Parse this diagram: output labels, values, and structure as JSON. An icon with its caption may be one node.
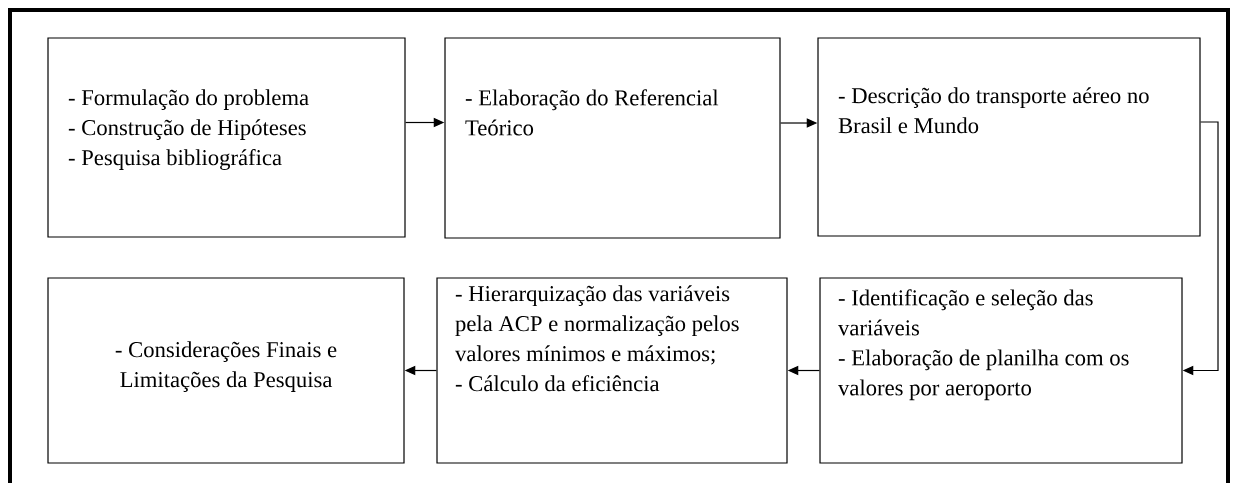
{
  "diagram": {
    "nodes": [
      {
        "text": [
          "- Formulação do problema",
          "- Construção de Hipóteses",
          "- Pesquisa bibliográfica"
        ]
      },
      {
        "text": [
          "- Elaboração do Referencial Teórico"
        ]
      },
      {
        "text": [
          "- Descrição do transporte aéreo no Brasil e Mundo"
        ]
      },
      {
        "text": [
          "- Considerações Finais e Limitações da Pesquisa"
        ]
      },
      {
        "text": [
          "- Hierarquização das variáveis pela ACP e normalização pelos valores mínimos e máximos;",
          "- Cálculo da eficiência"
        ]
      },
      {
        "text": [
          "- Identificação e seleção das variáveis",
          "- Elaboração de planilha com os valores por aeroporto"
        ]
      }
    ],
    "edges": [
      {
        "from": 0,
        "to": 1,
        "arrow": "to"
      },
      {
        "from": 1,
        "to": 2,
        "arrow": "to"
      },
      {
        "from": 2,
        "to": 5,
        "arrow": "to"
      },
      {
        "from": 5,
        "to": 4,
        "arrow": "to"
      },
      {
        "from": 4,
        "to": 3,
        "arrow": "to"
      }
    ]
  }
}
